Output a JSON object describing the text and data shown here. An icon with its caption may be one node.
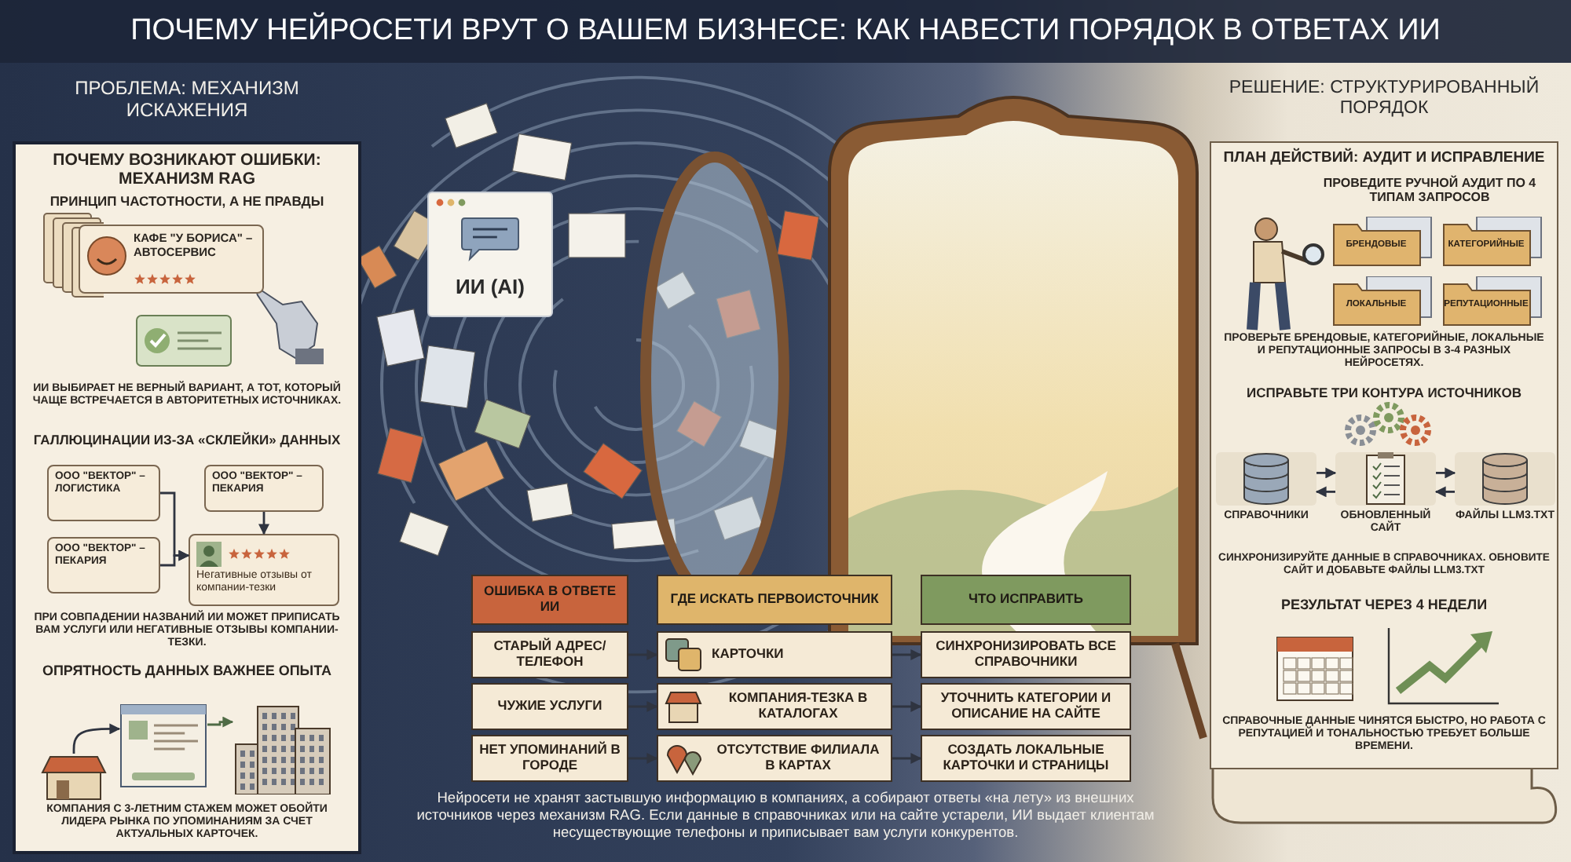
{
  "diagram": {
    "title": "ПОЧЕМУ НЕЙРОСЕТИ ВРУТ О ВАШЕМ БИЗНЕСЕ: КАК НАВЕСТИ ПОРЯДОК В ОТВЕТАХ ИИ",
    "caption": "Нейросети не хранят застывшую информацию в компаниях, а собирают ответы «на лету» из внешних источников через механизм RAG. Если данные в справочниках или на сайте устарели, ИИ выдает клиентам несуществующие телефоны и приписывает вам услуги конкурентов.",
    "nodes": [
      {
        "text": [
          "ПРОБЛЕМА: МЕХАНИЗМ ИСКАЖЕНИЯ",
          "ПОЧЕМУ ВОЗНИКАЮТ ОШИБКИ: МЕХАНИЗМ RAG",
          "ПРИНЦИП ЧАСТОТНОСТИ, А НЕ ПРАВДЫ",
          "ИИ ВЫБИРАЕТ НЕ ВЕРНЫЙ ВАРИАНТ, А ТОТ, КОТОРЫЙ ЧАЩЕ ВСТРЕЧАЕТСЯ В АВТОРИТЕТНЫХ ИСТОЧНИКАХ.",
          "ГАЛЛЮЦИНАЦИИ ИЗ-ЗА «СКЛЕЙКИ» ДАННЫХ",
          "ПРИ СОВПАДЕНИИ НАЗВАНИЙ ИИ МОЖЕТ ПРИПИСАТЬ ВАМ УСЛУГИ ИЛИ НЕГАТИВНЫЕ ОТЗЫВЫ КОМПАНИИ-ТЕЗКИ.",
          "ОПРЯТНОСТЬ ДАННЫХ ВАЖНЕЕ ОПЫТА",
          "КОМПАНИЯ С 3-ЛЕТНИМ СТАЖЕМ МОЖЕТ ОБОЙТИ ЛИДЕРА РЫНКА ПО УПОМИНАНИЯМ ЗА СЧЕТ АКТУАЛЬНЫХ КАРТОЧЕК."
        ]
      },
      {
        "text": [
          "КАФЕ \"У БОРИСА\" – АВТОСЕРВИС"
        ],
        "in": 0
      },
      {
        "text": [
          "ООО \"ВЕКТОР\" – ЛОГИСТИКА"
        ],
        "in": 0
      },
      {
        "text": [
          "ООО \"ВЕКТОР\" – ПЕКАРИЯ"
        ],
        "in": 0
      },
      {
        "text": [
          "ООО \"ВЕКТОР\" – ПЕКАРИЯ"
        ],
        "in": 0
      },
      {
        "text": [
          "Негативные отзывы от компании-тезки"
        ],
        "in": 0
      },
      {
        "text": [],
        "shape": "picture",
        "in": 0
      },
      {
        "text": [],
        "shape": "picture",
        "in": 0
      },
      {
        "text": [],
        "shape": "picture",
        "in": 0
      },
      {
        "text": [
          "ИИ (AI)"
        ]
      },
      {
        "text": [
          "ОШИБКА В ОТВЕТЕ ИИ"
        ]
      },
      {
        "text": [
          "ГДЕ ИСКАТЬ ПЕРВОИСТОЧНИК"
        ]
      },
      {
        "text": [
          "ЧТО ИСПРАВИТЬ"
        ]
      },
      {
        "text": [
          "СТАРЫЙ АДРЕС/ТЕЛЕФОН"
        ]
      },
      {
        "text": [
          "КАРТОЧКИ"
        ]
      },
      {
        "text": [
          "СИНХРОНИЗИРОВАТЬ ВСЕ СПРАВОЧНИКИ"
        ]
      },
      {
        "text": [
          "ЧУЖИЕ УСЛУГИ"
        ]
      },
      {
        "text": [
          "КОМПАНИЯ-ТЕЗКА В КАТАЛОГАХ"
        ]
      },
      {
        "text": [
          "УТОЧНИТЬ КАТЕГОРИИ И ОПИСАНИЕ НА САЙТЕ"
        ]
      },
      {
        "text": [
          "НЕТ УПОМИНАНИЙ В ГОРОДЕ"
        ]
      },
      {
        "text": [
          "ОТСУТСТВИЕ ФИЛИАЛА В КАРТАХ"
        ]
      },
      {
        "text": [
          "СОЗДАТЬ ЛОКАЛЬНЫЕ КАРТОЧКИ И СТРАНИЦЫ"
        ]
      },
      {
        "text": [
          "РЕШЕНИЕ: СТРУКТУРИРОВАННЫЙ ПОРЯДОК",
          "ПЛАН ДЕЙСТВИЙ: АУДИТ И ИСПРАВЛЕНИЕ",
          "ПРОВЕДИТЕ РУЧНОЙ АУДИТ ПО 4 ТИПАМ ЗАПРОСОВ",
          "ПРОВЕРЬТЕ БРЕНДОВЫЕ, КАТЕГОРИЙНЫЕ, ЛОКАЛЬНЫЕ И РЕПУТАЦИОННЫЕ ЗАПРОСЫ В 3-4 РАЗНЫХ НЕЙРОСЕТЯХ.",
          "ИСПРАВЬТЕ ТРИ КОНТУРА ИСТОЧНИКОВ",
          "СИНХРОНИЗИРУЙТЕ ДАННЫЕ В СПРАВОЧНИКАХ. ОБНОВИТЕ САЙТ И ДОБАВЬТЕ ФАЙЛЫ LLM3.TXT",
          "РЕЗУЛЬТАТ ЧЕРЕЗ 4 НЕДЕЛИ",
          "СПРАВОЧНЫЕ ДАННЫЕ ЧИНЯТСЯ БЫСТРО, НО РАБОТА С РЕПУТАЦИЕЙ И ТОНАЛЬНОСТЬЮ ТРЕБУЕТ БОЛЬШЕ ВРЕМЕНИ."
        ]
      },
      {
        "text": [
          "БРЕНДОВЫЕ"
        ],
        "in": 22
      },
      {
        "text": [
          "КАТЕГОРИЙНЫЕ"
        ],
        "in": 22
      },
      {
        "text": [
          "ЛОКАЛЬНЫЕ"
        ],
        "in": 22
      },
      {
        "text": [
          "РЕПУТАЦИОННЫЕ"
        ],
        "in": 22
      },
      {
        "text": [
          "СПРАВОЧНИКИ"
        ],
        "in": 22
      },
      {
        "text": [
          "ОБНОВЛЕННЫЙ САЙТ"
        ],
        "in": 22
      },
      {
        "text": [
          "ФАЙЛЫ LLM3.TXT"
        ],
        "in": 22
      }
    ],
    "edges": [
      {
        "from": 2,
        "to": 5,
        "arrow": "to"
      },
      {
        "from": 4,
        "to": 5,
        "arrow": "to"
      },
      {
        "from": 3,
        "to": 5,
        "arrow": "to"
      },
      {
        "from": 6,
        "to": 7,
        "arrow": "to"
      },
      {
        "from": 7,
        "to": 8,
        "arrow": "to",
        "color": "#4f6b45"
      },
      {
        "from": 13,
        "to": 14,
        "arrow": "to"
      },
      {
        "from": 14,
        "to": 15,
        "arrow": "to"
      },
      {
        "from": 16,
        "to": 17,
        "arrow": "to"
      },
      {
        "from": 17,
        "to": 18,
        "arrow": "to"
      },
      {
        "from": 19,
        "to": 20,
        "arrow": "to"
      },
      {
        "from": 20,
        "to": 21,
        "arrow": "to"
      },
      {
        "from": 27,
        "to": 28,
        "arrow": "to"
      },
      {
        "from": 28,
        "to": 27,
        "arrow": "to"
      },
      {
        "from": 28,
        "to": 29,
        "arrow": "to"
      },
      {
        "from": 29,
        "to": 28,
        "arrow": "to"
      }
    ]
  }
}
